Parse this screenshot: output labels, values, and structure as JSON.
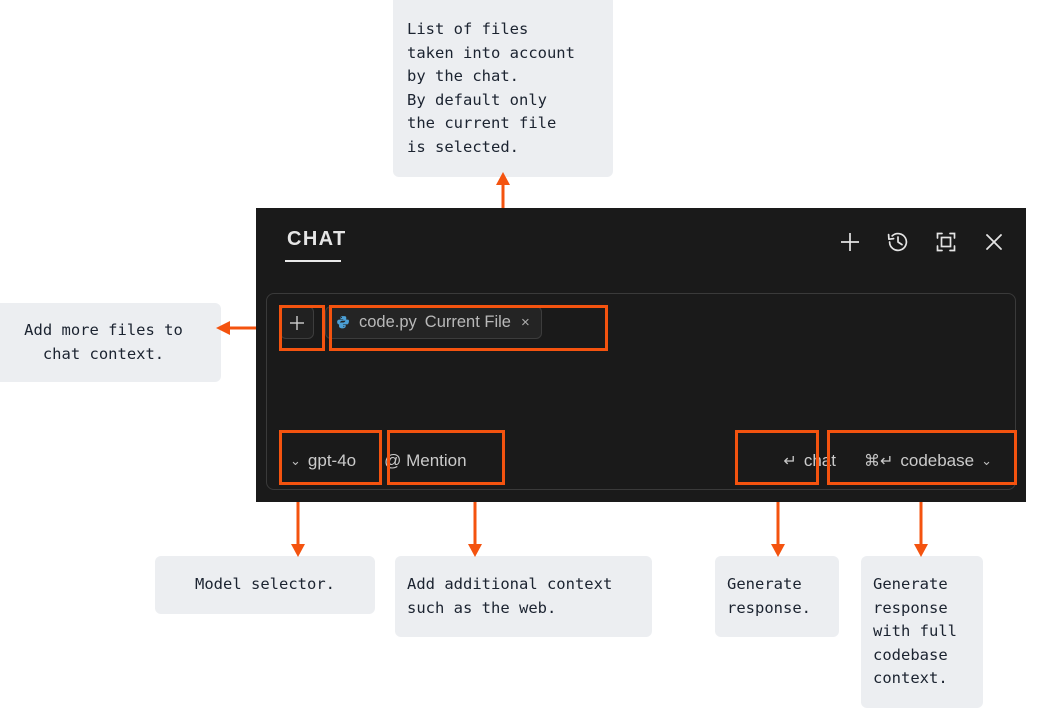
{
  "panel": {
    "title": "CHAT",
    "header_icons": [
      {
        "name": "new-chat-icon",
        "label": "+"
      },
      {
        "name": "history-icon",
        "label": "history"
      },
      {
        "name": "maximize-icon",
        "label": "maximize"
      },
      {
        "name": "close-icon",
        "label": "close"
      }
    ],
    "context": {
      "add_button_label": "+",
      "file_chip": {
        "icon": "python-file-icon",
        "name": "code.py",
        "qualifier": "Current File",
        "close_label": "×"
      }
    },
    "toolbar": {
      "model_chevron": "⌄",
      "model_label": "gpt-4o",
      "mention_label": "@ Mention",
      "chat_key": "↵",
      "chat_label": "chat",
      "codebase_key": "⌘↵",
      "codebase_label": "codebase",
      "codebase_chevron": "⌄"
    }
  },
  "annotations": {
    "files": "List of files\ntaken into account\nby the chat.\nBy default only\nthe current file\nis selected.",
    "add_files": "Add more files to\nchat context.",
    "model": "Model selector.",
    "mention": "Add additional context\nsuch as the web.",
    "generate": "Generate\nresponse.",
    "codebase": "Generate\nresponse\nwith full\ncodebase\ncontext."
  },
  "colors": {
    "accent": "#f4530f",
    "panel_bg": "#1a1a1a",
    "callout_bg": "#eceef1",
    "python_blue": "#4b9fd5"
  }
}
